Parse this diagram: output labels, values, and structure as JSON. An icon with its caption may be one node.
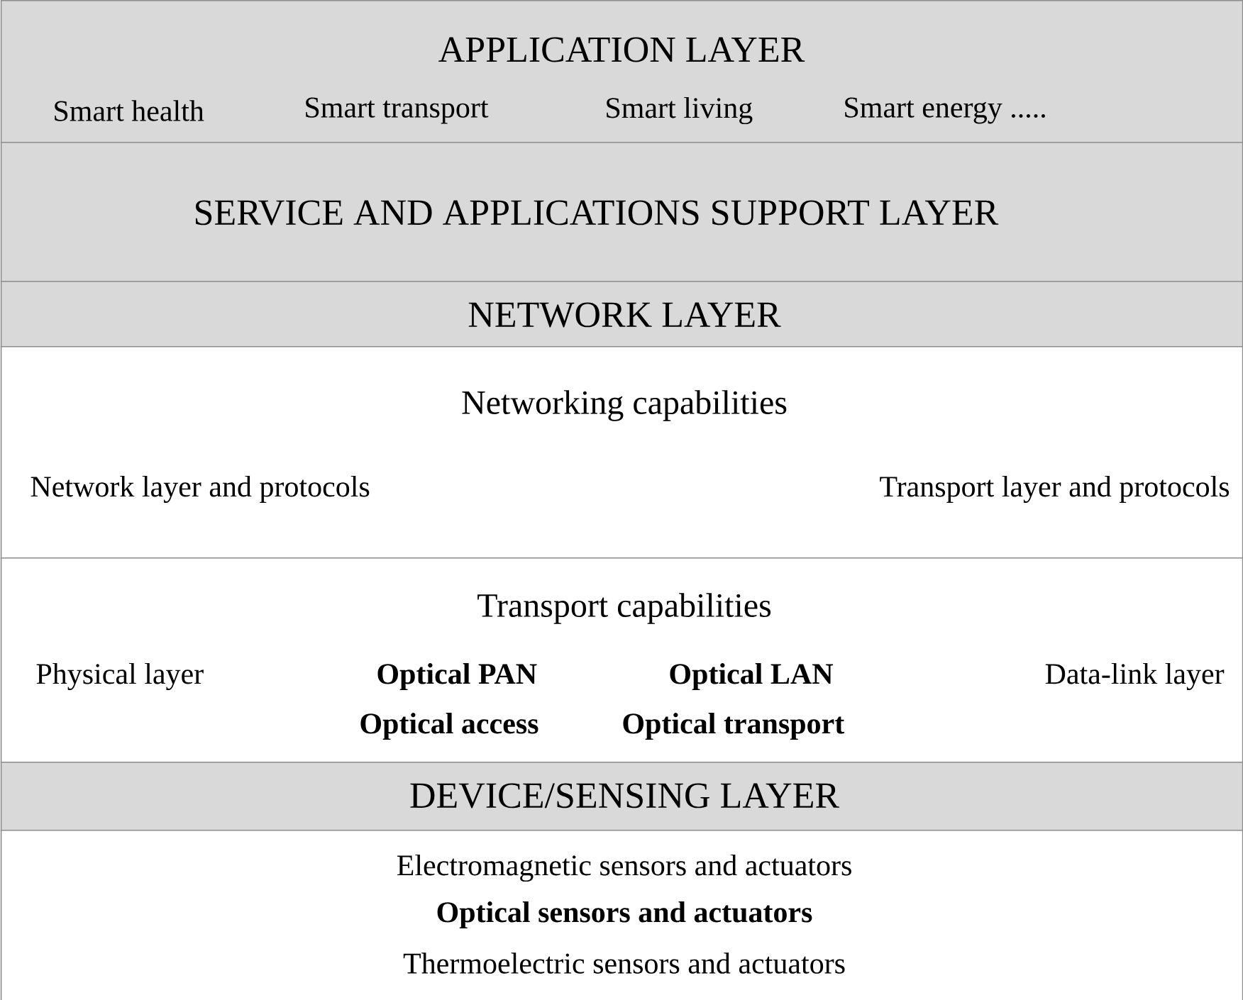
{
  "diagram": {
    "nodes": [
      {
        "text": [
          "APPLICATION LAYER",
          "Smart health",
          "Smart transport",
          "Smart living",
          "Smart energy ....."
        ]
      },
      {
        "text": [
          "SERVICE AND APPLICATIONS SUPPORT LAYER"
        ]
      },
      {
        "text": [
          "NETWORK LAYER"
        ]
      },
      {
        "text": [
          "Networking capabilities",
          "Network layer and protocols",
          "Transport layer and protocols"
        ]
      },
      {
        "text": [
          "Transport capabilities",
          "Physical layer",
          "Optical PAN",
          "Optical LAN",
          "Data-link layer",
          "Optical access",
          "Optical transport"
        ]
      },
      {
        "text": [
          "DEVICE/SENSING LAYER"
        ]
      },
      {
        "text": [
          "Electromagnetic sensors and actuators",
          "Optical sensors and actuators",
          "Thermoelectric sensors and actuators"
        ]
      }
    ],
    "edges": []
  }
}
